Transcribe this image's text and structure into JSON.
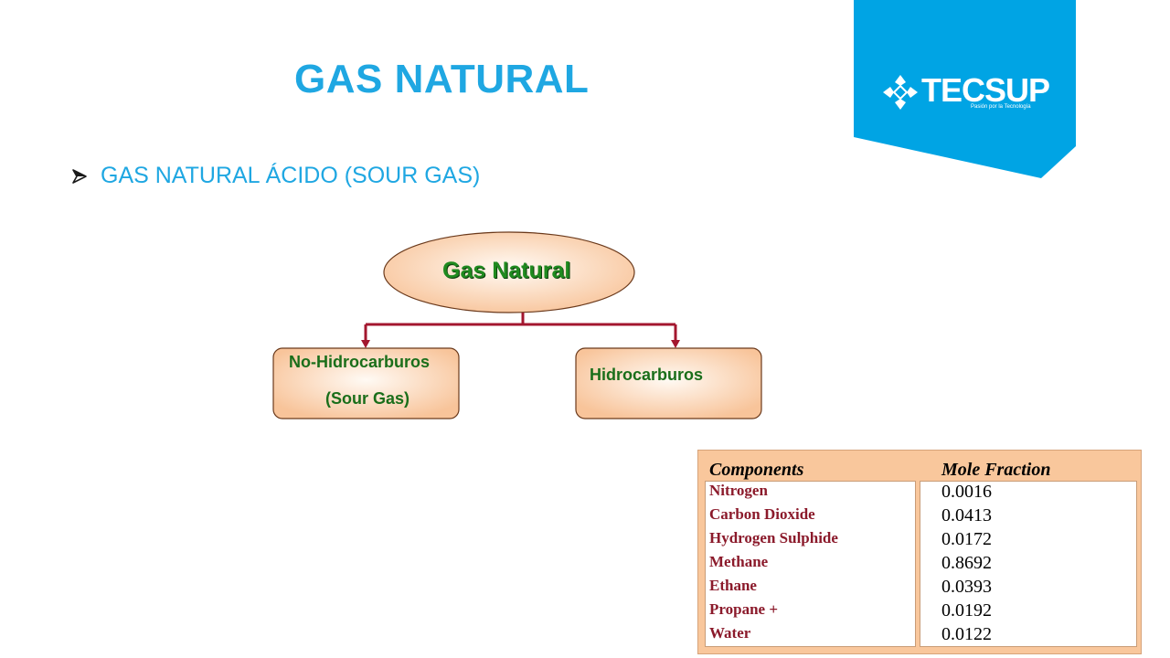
{
  "slide": {
    "title": "GAS NATURAL",
    "bullet": "GAS NATURAL ÁCIDO (SOUR GAS)"
  },
  "logo": {
    "name": "TECSUP",
    "tagline": "Pasión por la Tecnología",
    "color": "#00a4e4"
  },
  "diagram": {
    "root": "Gas Natural",
    "left_line1": "No-Hidrocarburos",
    "left_line2": "(Sour Gas)",
    "right": "Hidrocarburos"
  },
  "table": {
    "headers": [
      "Components",
      "Mole Fraction"
    ],
    "rows": [
      {
        "component": "Nitrogen",
        "value": "0.0016"
      },
      {
        "component": "Carbon Dioxide",
        "value": "0.0413"
      },
      {
        "component": "Hydrogen Sulphide",
        "value": "0.0172"
      },
      {
        "component": "Methane",
        "value": "0.8692"
      },
      {
        "component": "Ethane",
        "value": "0.0393"
      },
      {
        "component": "Propane +",
        "value": "0.0192"
      },
      {
        "component": "Water",
        "value": "0.0122"
      }
    ]
  },
  "colors": {
    "title": "#1fa7e2",
    "node_fill": "#fbd2ad",
    "arrow": "#a3172f",
    "label_green": "#1f8a1f",
    "component_red": "#8b1a2b"
  }
}
